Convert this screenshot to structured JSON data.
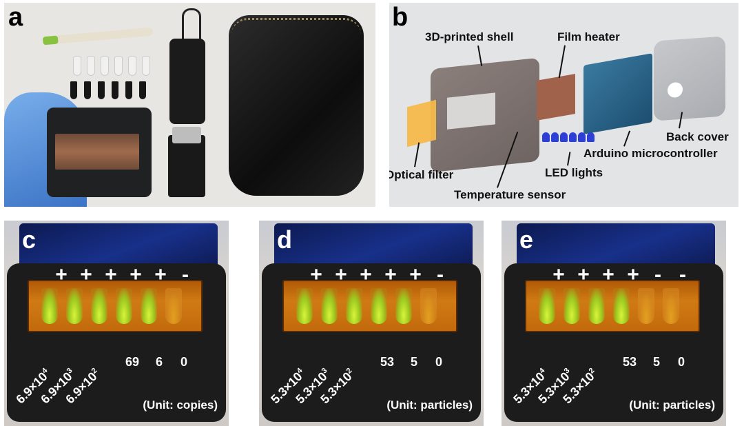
{
  "panels": {
    "a": {
      "letter": "a"
    },
    "b": {
      "letter": "b",
      "labels": {
        "shell": "3D-printed shell",
        "heater": "Film heater",
        "back_cover": "Back cover",
        "arduino": "Arduino microcontroller",
        "led": "LED lights",
        "filter": "Optical filter",
        "temp_sensor": "Temperature sensor"
      }
    },
    "c": {
      "letter": "c",
      "signs": [
        "+",
        "+",
        "+",
        "+",
        "+",
        "-"
      ],
      "values": [
        "6.9×10",
        "6.9×10",
        "6.9×10",
        "69",
        "6",
        "0"
      ],
      "exponents": [
        "4",
        "3",
        "2"
      ],
      "unit": "(Unit: copies)"
    },
    "d": {
      "letter": "d",
      "signs": [
        "+",
        "+",
        "+",
        "+",
        "+",
        "-"
      ],
      "values": [
        "5.3×10",
        "5.3×10",
        "5.3×10",
        "53",
        "5",
        "0"
      ],
      "exponents": [
        "4",
        "3",
        "2"
      ],
      "unit": "(Unit: particles)"
    },
    "e": {
      "letter": "e",
      "signs": [
        "+",
        "+",
        "+",
        "+",
        "-",
        "-"
      ],
      "values": [
        "5.3×10",
        "5.3×10",
        "5.3×10",
        "53",
        "5",
        "0"
      ],
      "exponents": [
        "4",
        "3",
        "2"
      ],
      "unit": "(Unit: particles)"
    }
  },
  "colors": {
    "glow_positive": "#d8f43a",
    "glow_negative": "#e3a020",
    "filter_orange": "#d07a14"
  }
}
